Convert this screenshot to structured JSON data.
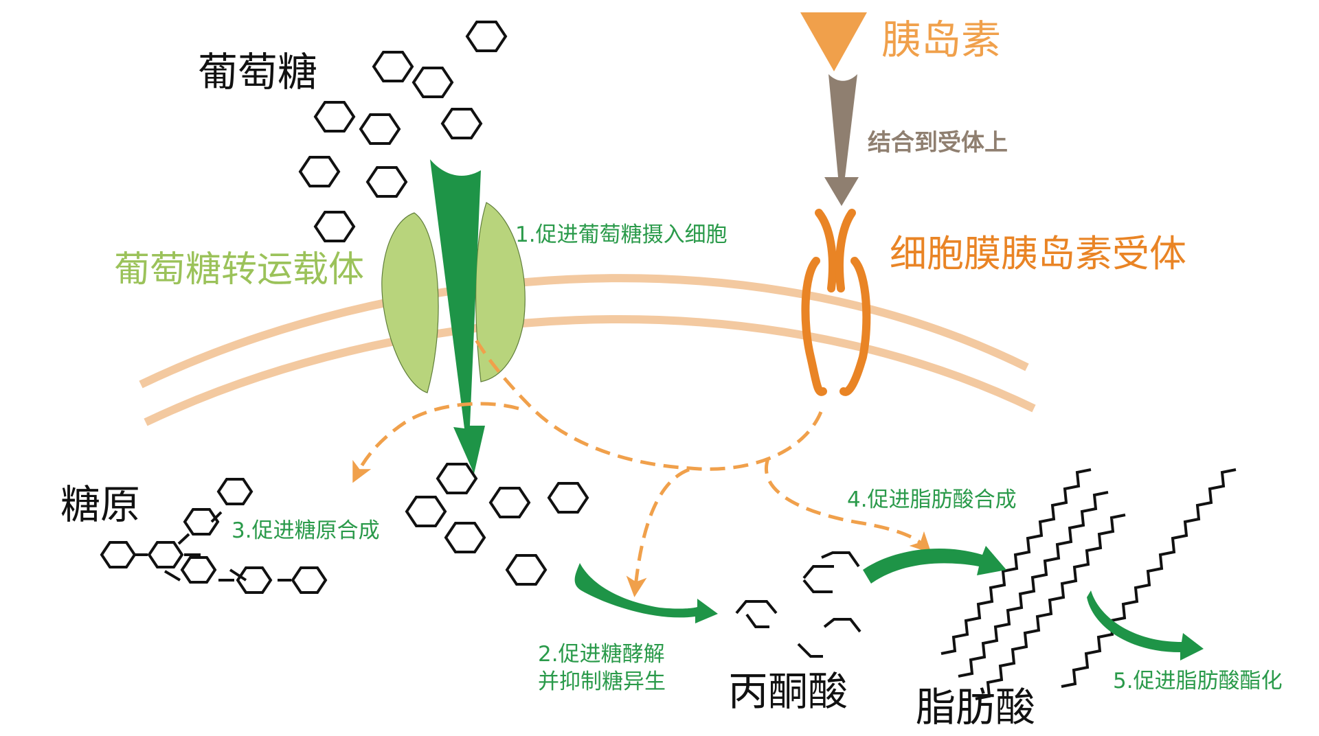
{
  "labels": {
    "glucose": "葡萄糖",
    "insulin": "胰岛素",
    "binding": "结合到受体上",
    "receptor": "细胞膜胰岛素受体",
    "transporter": "葡萄糖转运载体",
    "glycogen": "糖原",
    "pyruvate": "丙酮酸",
    "fatty_acid": "脂肪酸"
  },
  "steps": {
    "s1": "1.促进葡萄糖摄入细胞",
    "s2_line1": "2.促进糖酵解",
    "s2_line2": "并抑制糖异生",
    "s3": "3.促进糖原合成",
    "s4": "4.促进脂肪酸合成",
    "s5": "5.促进脂肪酸酯化"
  },
  "colors": {
    "membrane": "#f3c9a0",
    "transporter": "#b8d47c",
    "green_arrow": "#1e9447",
    "dashed_orange": "#f0a04b",
    "receptor": "#e98425",
    "brown_arrow": "#8f7f70",
    "insulin": "#f0a04b",
    "molecule_stroke": "#111111"
  }
}
